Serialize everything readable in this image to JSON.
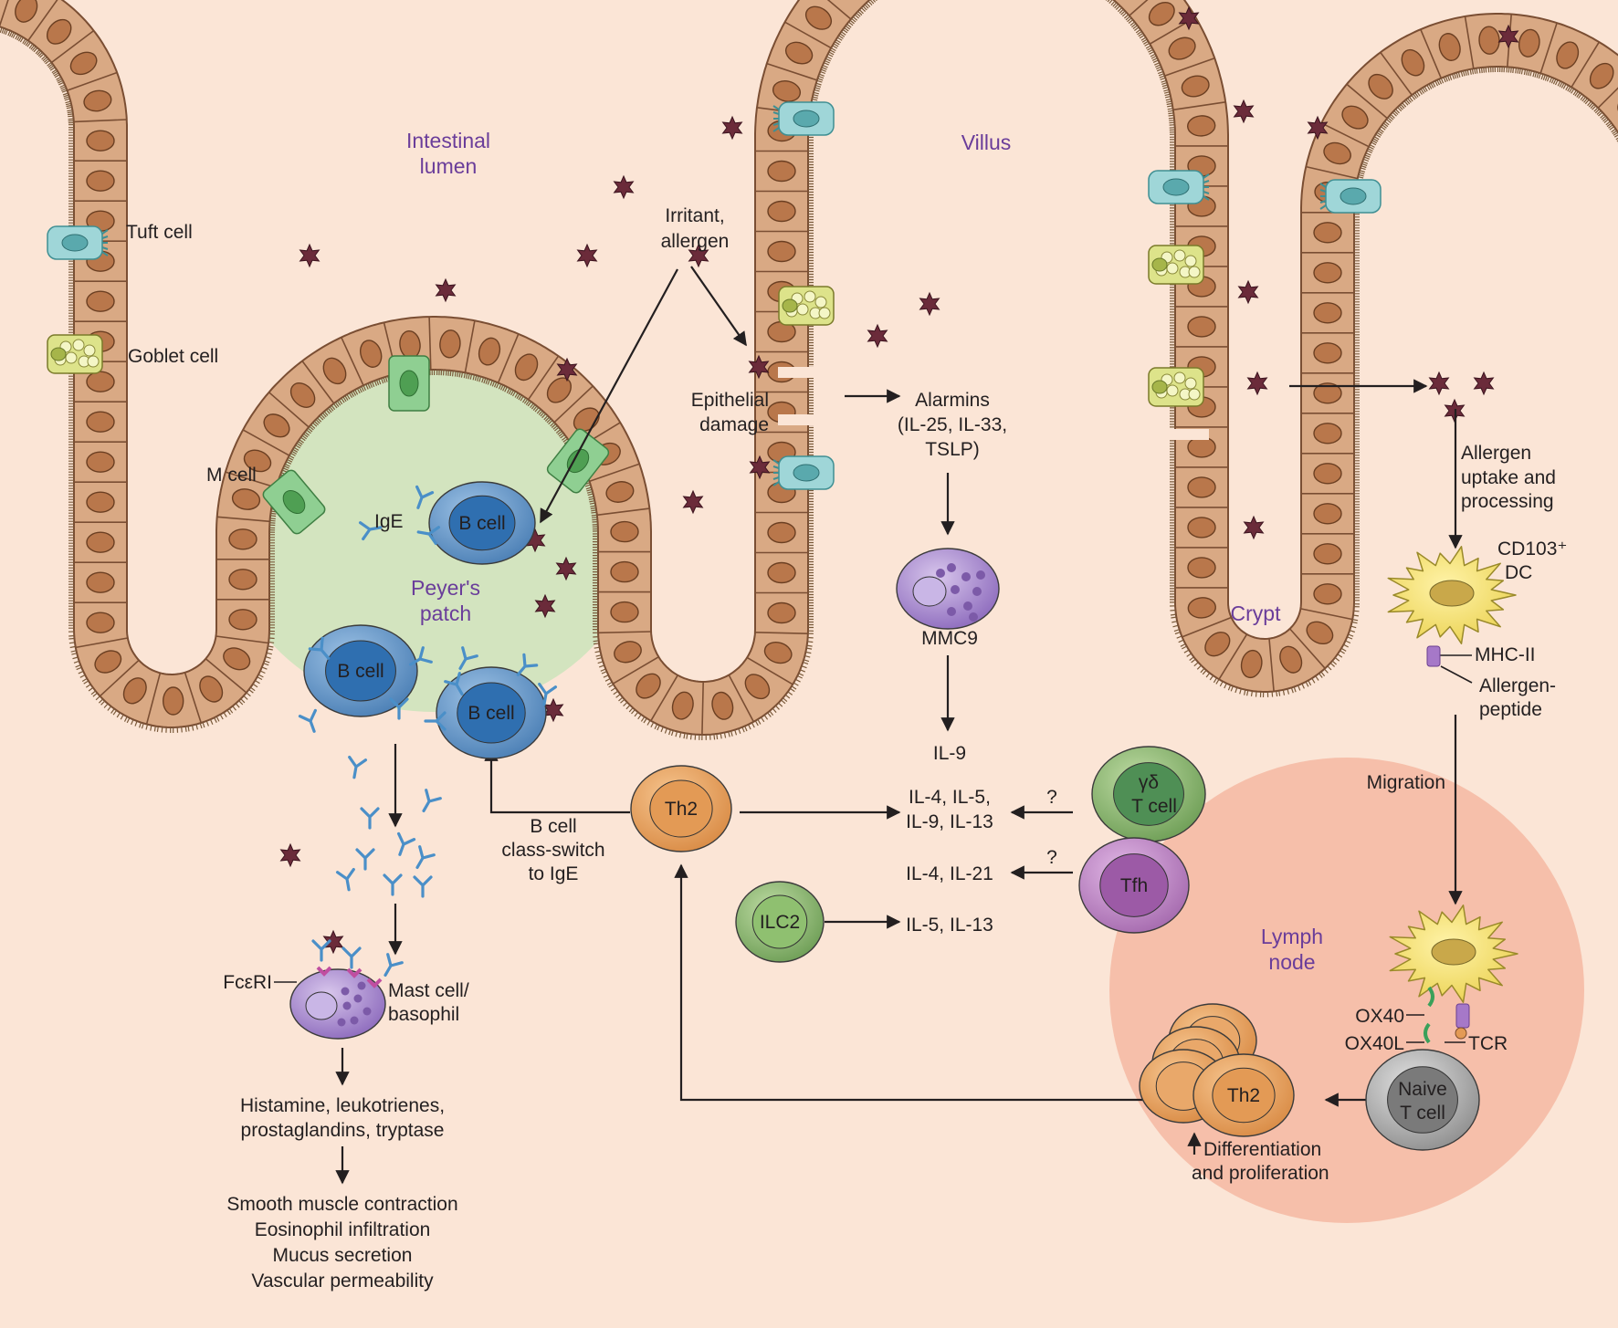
{
  "colors": {
    "background": "#fbe5d6",
    "epithelium": "#d9a984",
    "nucleus": "#b9774b",
    "peyers_patch": "#d6e6c3",
    "lymph_node": "#f2b7a0",
    "allergen": "#6b2b3a",
    "region_text": "#6a3d9a",
    "antibody": "#4a8fc8"
  },
  "regions": {
    "lumen": [
      "Intestinal",
      "lumen"
    ],
    "villus": "Villus",
    "crypt": "Crypt",
    "peyers": [
      "Peyer's",
      "patch"
    ],
    "lymph": [
      "Lymph",
      "node"
    ]
  },
  "epithelial_cells": {
    "tuft": "Tuft cell",
    "goblet": "Goblet cell",
    "m_cell": "M cell"
  },
  "labels": {
    "irritant": [
      "Irritant,",
      "allergen"
    ],
    "epithelial_damage": [
      "Epithelial",
      "damage"
    ],
    "alarmins": [
      "Alarmins",
      "(IL-25, IL-33,",
      "TSLP)"
    ],
    "mmc9": "MMC9",
    "il9": "IL-9",
    "il4_5_9_13": [
      "IL-4, IL-5,",
      "IL-9, IL-13"
    ],
    "il4_21": "IL-4, IL-21",
    "il5_13": "IL-5, IL-13",
    "question": "?",
    "b_class_switch": [
      "B cell",
      "class-switch",
      "to IgE"
    ],
    "ige": "IgE",
    "fceri": "FcεRI",
    "mast_cell": [
      "Mast cell/",
      "basophil"
    ],
    "mediators": [
      "Histamine, leukotrienes,",
      "prostaglandins, tryptase"
    ],
    "effects": [
      "Smooth muscle contraction",
      "Eosinophil infiltration",
      "Mucus secretion",
      "Vascular permeability"
    ],
    "allergen_uptake": [
      "Allergen",
      "uptake and",
      "processing"
    ],
    "cd103": [
      "CD103⁺",
      "DC"
    ],
    "mhc": "MHC-II",
    "allergen_peptide": [
      "Allergen-",
      "peptide"
    ],
    "migration": "Migration",
    "ox40": "OX40",
    "ox40l": "OX40L",
    "tcr": "TCR",
    "differentiation": [
      "Differentiation",
      "and proliferation"
    ]
  },
  "immune_cells": {
    "b_cell": "B cell",
    "th2": "Th2",
    "ilc2": "ILC2",
    "gd": "γδ",
    "t_cell": "T cell",
    "tfh": "Tfh",
    "naive": [
      "Naive",
      "T cell"
    ]
  }
}
